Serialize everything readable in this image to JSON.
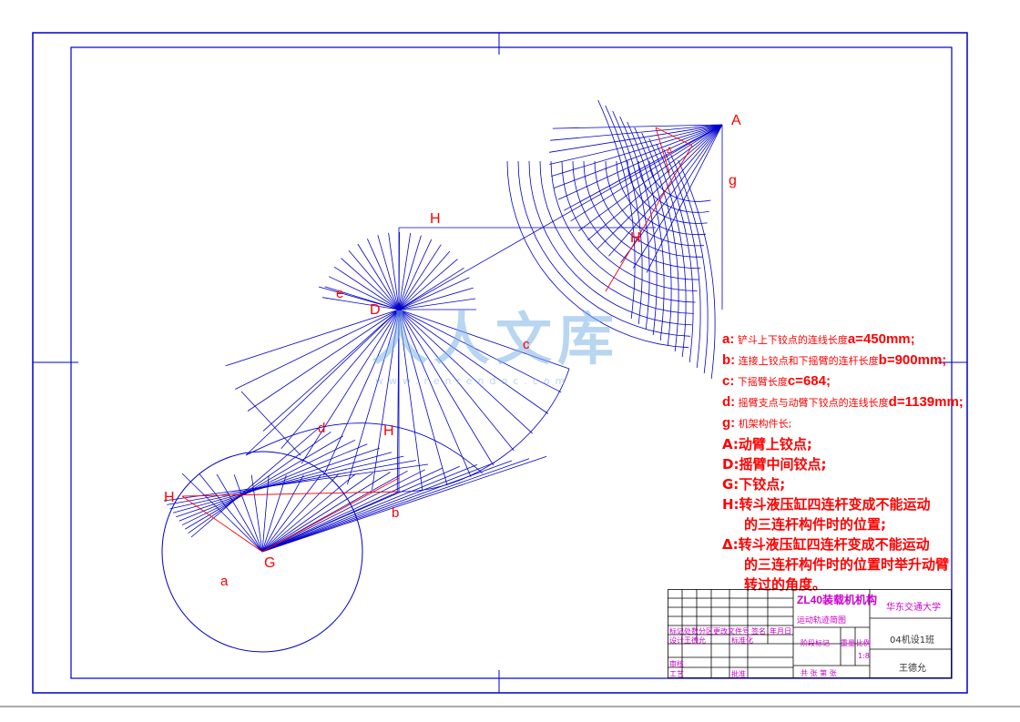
{
  "colors": {
    "line": "#0000cc",
    "accent": "#ff0000",
    "titleblock": "#cc00cc",
    "watermark": "#7fb6e6"
  },
  "labels": {
    "A": "A",
    "g": "g",
    "H_top": "H",
    "H_right": "H",
    "e": "e",
    "D": "D",
    "c": "c",
    "d": "d",
    "H_mid": "H",
    "H_left": "H",
    "b": "b",
    "G": "G",
    "a": "a",
    "delta": "Δ"
  },
  "notes": [
    {
      "key": "a",
      "prefix": "a:",
      "text": "铲斗上下铰点的连线长度",
      "value": "a=450mm;"
    },
    {
      "key": "b",
      "prefix": "b:",
      "text": "连接上铰点和下摇臂的连杆长度",
      "value": "b=900mm;"
    },
    {
      "key": "c",
      "prefix": "c:",
      "text": "下摇臂长度",
      "value": "c=684;"
    },
    {
      "key": "d",
      "prefix": "d:",
      "text": "摇臂支点与动臂下铰点的连线长度",
      "value": "d=1139mm;"
    },
    {
      "key": "g",
      "prefix": "g:",
      "text": "机架构件长;",
      "value": ""
    }
  ],
  "legend": [
    {
      "key": "A",
      "lines": [
        "A:动臂上铰点;"
      ]
    },
    {
      "key": "D",
      "lines": [
        "D:摇臂中间铰点;"
      ]
    },
    {
      "key": "G",
      "lines": [
        "G:下铰点;"
      ]
    },
    {
      "key": "H",
      "lines": [
        "H:转斗液压缸四连杆变成不能运动",
        "的三连杆构件时的位置;"
      ]
    },
    {
      "key": "Delta",
      "lines": [
        "Δ:转斗液压缸四连杆变成不能运动",
        "的三连杆构件时的位置时举升动臂",
        "转过的角度。"
      ]
    }
  ],
  "title_block": {
    "title": "ZL40装载机机构",
    "subtitle": "运动轨迹简图",
    "school": "华东交通大学",
    "class_name": "04机设1班",
    "author": "王德允",
    "row_labels": [
      "标记",
      "处数",
      "分区",
      "更改文件号",
      "签名",
      "年月日"
    ],
    "row2_labels": [
      "设计",
      "王德允",
      "标准化"
    ],
    "row3_labels": [
      "审核"
    ],
    "row4_labels": [
      "工艺",
      "批准"
    ],
    "stage_labels": [
      "阶段标记",
      "重量",
      "比例"
    ],
    "scale": "1:8",
    "sheet_text": "共  张  第  张"
  },
  "watermark": {
    "text": "人人文库",
    "url": "www.renrendoc.com"
  }
}
